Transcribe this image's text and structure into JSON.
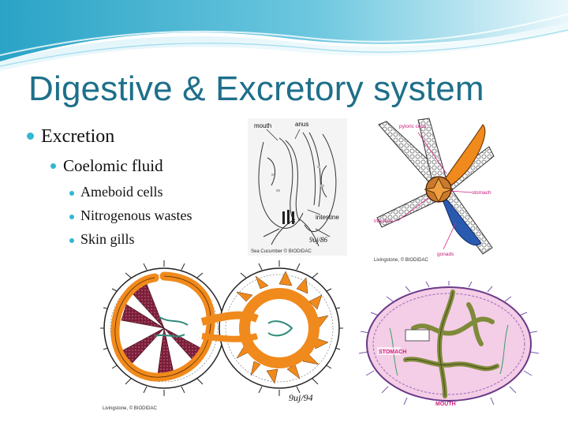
{
  "slide": {
    "title": "Digestive & Excretory system",
    "bullets": {
      "level1": "Excretion",
      "level2": "Coelomic fluid",
      "level3": [
        "Ameboid cells",
        "Nitrogenous wastes",
        "Skin gills"
      ]
    }
  },
  "figures": {
    "sea_cucumber": {
      "labels": {
        "mouth": "mouth",
        "anus": "anus",
        "intestine": "intestine"
      },
      "signature": "9uj/86",
      "credit": "Sea Cucumber © BIODIDAC"
    },
    "sea_star": {
      "labels": {
        "pyloric_ceca": "pyloric ceca",
        "stomach": "stomach",
        "intestine": "intestine",
        "gonads": "gonads"
      },
      "credit": "Livingstone, © BIODIDAC"
    },
    "urchin_open": {
      "signature": "9uj/94",
      "credit": "Livingstone, © BIODIDAC"
    },
    "urchin_section": {
      "labels": {
        "stomach": "STOMACH",
        "mouth": "MOUTH"
      }
    }
  },
  "colors": {
    "title": "#1e6f8a",
    "bullet": "#32b7d3",
    "wave_dark": "#4ab3d0",
    "wave_light": "#bfe7f2",
    "gut_orange": "#f08a1c",
    "gonad_maroon": "#7a1f3a",
    "section_pink": "#f4cde6"
  }
}
